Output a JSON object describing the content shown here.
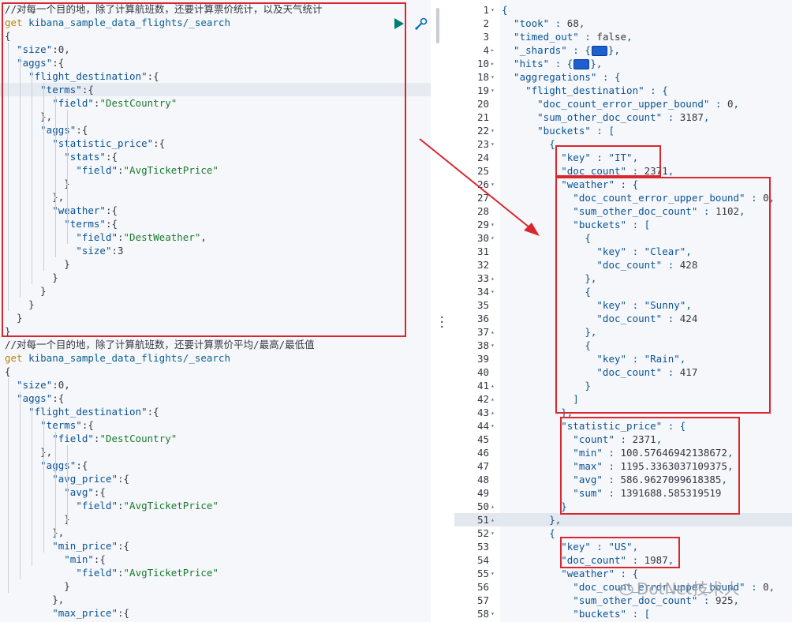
{
  "left_editor": {
    "query1": {
      "comment": "//对每一个目的地，除了计算航班数，还要计算票价统计，以及天气统计",
      "method": "get",
      "path": "kibana_sample_data_flights/_search",
      "lines": [
        "{",
        "  \"size\":0,",
        "  \"aggs\":{",
        "    \"flight_destination\":{",
        "      \"terms\":{",
        "        \"field\":\"DestCountry\"",
        "      },",
        "      \"aggs\":{",
        "        \"statistic_price\":{",
        "          \"stats\":{",
        "            \"field\":\"AvgTicketPrice\"",
        "          }",
        "        },",
        "        \"weather\":{",
        "          \"terms\":{",
        "            \"field\":\"DestWeather\",",
        "            \"size\":3",
        "          }",
        "        }",
        "      }",
        "    }",
        "  }",
        "}"
      ]
    },
    "query2": {
      "comment": "//对每一个目的地，除了计算航班数，还要计算票价平均/最高/最低值",
      "method": "get",
      "path": "kibana_sample_data_flights/_search",
      "lines": [
        "{",
        "  \"size\":0,",
        "  \"aggs\":{",
        "    \"flight_destination\":{",
        "      \"terms\":{",
        "        \"field\":\"DestCountry\"",
        "      },",
        "      \"aggs\":{",
        "        \"avg_price\":{",
        "          \"avg\":{",
        "            \"field\":\"AvgTicketPrice\"",
        "          }",
        "        },",
        "        \"min_price\":{",
        "          \"min\":{",
        "            \"field\":\"AvgTicketPrice\"",
        "          }",
        "        },",
        "        \"max_price\":{"
      ]
    }
  },
  "right_response": {
    "lines": [
      {
        "n": "1",
        "fold": "▾",
        "text": "{"
      },
      {
        "n": "2",
        "fold": "",
        "text": "  \"took\" : 68,"
      },
      {
        "n": "3",
        "fold": "",
        "text": "  \"timed_out\" : false,"
      },
      {
        "n": "4",
        "fold": "▸",
        "text": "  \"_shards\" : {",
        "collapsed": true,
        "after": "},"
      },
      {
        "n": "10",
        "fold": "▸",
        "text": "  \"hits\" : {",
        "collapsed": true,
        "after": "},"
      },
      {
        "n": "18",
        "fold": "▾",
        "text": "  \"aggregations\" : {"
      },
      {
        "n": "19",
        "fold": "▾",
        "text": "    \"flight_destination\" : {"
      },
      {
        "n": "20",
        "fold": "",
        "text": "      \"doc_count_error_upper_bound\" : 0,"
      },
      {
        "n": "21",
        "fold": "",
        "text": "      \"sum_other_doc_count\" : 3187,"
      },
      {
        "n": "22",
        "fold": "▾",
        "text": "      \"buckets\" : ["
      },
      {
        "n": "23",
        "fold": "▾",
        "text": "        {"
      },
      {
        "n": "24",
        "fold": "",
        "text": "          \"key\" : \"IT\","
      },
      {
        "n": "25",
        "fold": "",
        "text": "          \"doc_count\" : 2371,"
      },
      {
        "n": "26",
        "fold": "▾",
        "text": "          \"weather\" : {"
      },
      {
        "n": "27",
        "fold": "",
        "text": "            \"doc_count_error_upper_bound\" : 0,"
      },
      {
        "n": "28",
        "fold": "",
        "text": "            \"sum_other_doc_count\" : 1102,"
      },
      {
        "n": "29",
        "fold": "▾",
        "text": "            \"buckets\" : ["
      },
      {
        "n": "30",
        "fold": "▾",
        "text": "              {"
      },
      {
        "n": "31",
        "fold": "",
        "text": "                \"key\" : \"Clear\","
      },
      {
        "n": "32",
        "fold": "",
        "text": "                \"doc_count\" : 428"
      },
      {
        "n": "33",
        "fold": "▴",
        "text": "              },"
      },
      {
        "n": "34",
        "fold": "▾",
        "text": "              {"
      },
      {
        "n": "35",
        "fold": "",
        "text": "                \"key\" : \"Sunny\","
      },
      {
        "n": "36",
        "fold": "",
        "text": "                \"doc_count\" : 424"
      },
      {
        "n": "37",
        "fold": "▴",
        "text": "              },"
      },
      {
        "n": "38",
        "fold": "▾",
        "text": "              {"
      },
      {
        "n": "39",
        "fold": "",
        "text": "                \"key\" : \"Rain\","
      },
      {
        "n": "40",
        "fold": "",
        "text": "                \"doc_count\" : 417"
      },
      {
        "n": "41",
        "fold": "▴",
        "text": "              }"
      },
      {
        "n": "42",
        "fold": "▴",
        "text": "            ]"
      },
      {
        "n": "43",
        "fold": "▴",
        "text": "          },"
      },
      {
        "n": "44",
        "fold": "▾",
        "text": "          \"statistic_price\" : {"
      },
      {
        "n": "45",
        "fold": "",
        "text": "            \"count\" : 2371,"
      },
      {
        "n": "46",
        "fold": "",
        "text": "            \"min\" : 100.57646942138672,"
      },
      {
        "n": "47",
        "fold": "",
        "text": "            \"max\" : 1195.3363037109375,"
      },
      {
        "n": "48",
        "fold": "",
        "text": "            \"avg\" : 586.9627099618385,"
      },
      {
        "n": "49",
        "fold": "",
        "text": "            \"sum\" : 1391688.585319519"
      },
      {
        "n": "50",
        "fold": "▴",
        "text": "          }"
      },
      {
        "n": "51",
        "fold": "▴",
        "text": "        },"
      },
      {
        "n": "52",
        "fold": "▾",
        "text": "        {"
      },
      {
        "n": "53",
        "fold": "",
        "text": "          \"key\" : \"US\","
      },
      {
        "n": "54",
        "fold": "",
        "text": "          \"doc_count\" : 1987,"
      },
      {
        "n": "55",
        "fold": "▾",
        "text": "          \"weather\" : {"
      },
      {
        "n": "56",
        "fold": "",
        "text": "            \"doc_count_error_upper_bound\" : 0,"
      },
      {
        "n": "57",
        "fold": "",
        "text": "            \"sum_other_doc_count\" : 925,"
      },
      {
        "n": "58",
        "fold": "▾",
        "text": "            \"buckets\" : ["
      }
    ]
  },
  "watermark": {
    "text": "DotNet技术人"
  },
  "icons": {
    "run": "play-icon",
    "settings": "wrench-icon"
  },
  "colors": {
    "highlight_box": "#d9272e",
    "run_button": "#017d73",
    "arrow": "#d9272e"
  }
}
